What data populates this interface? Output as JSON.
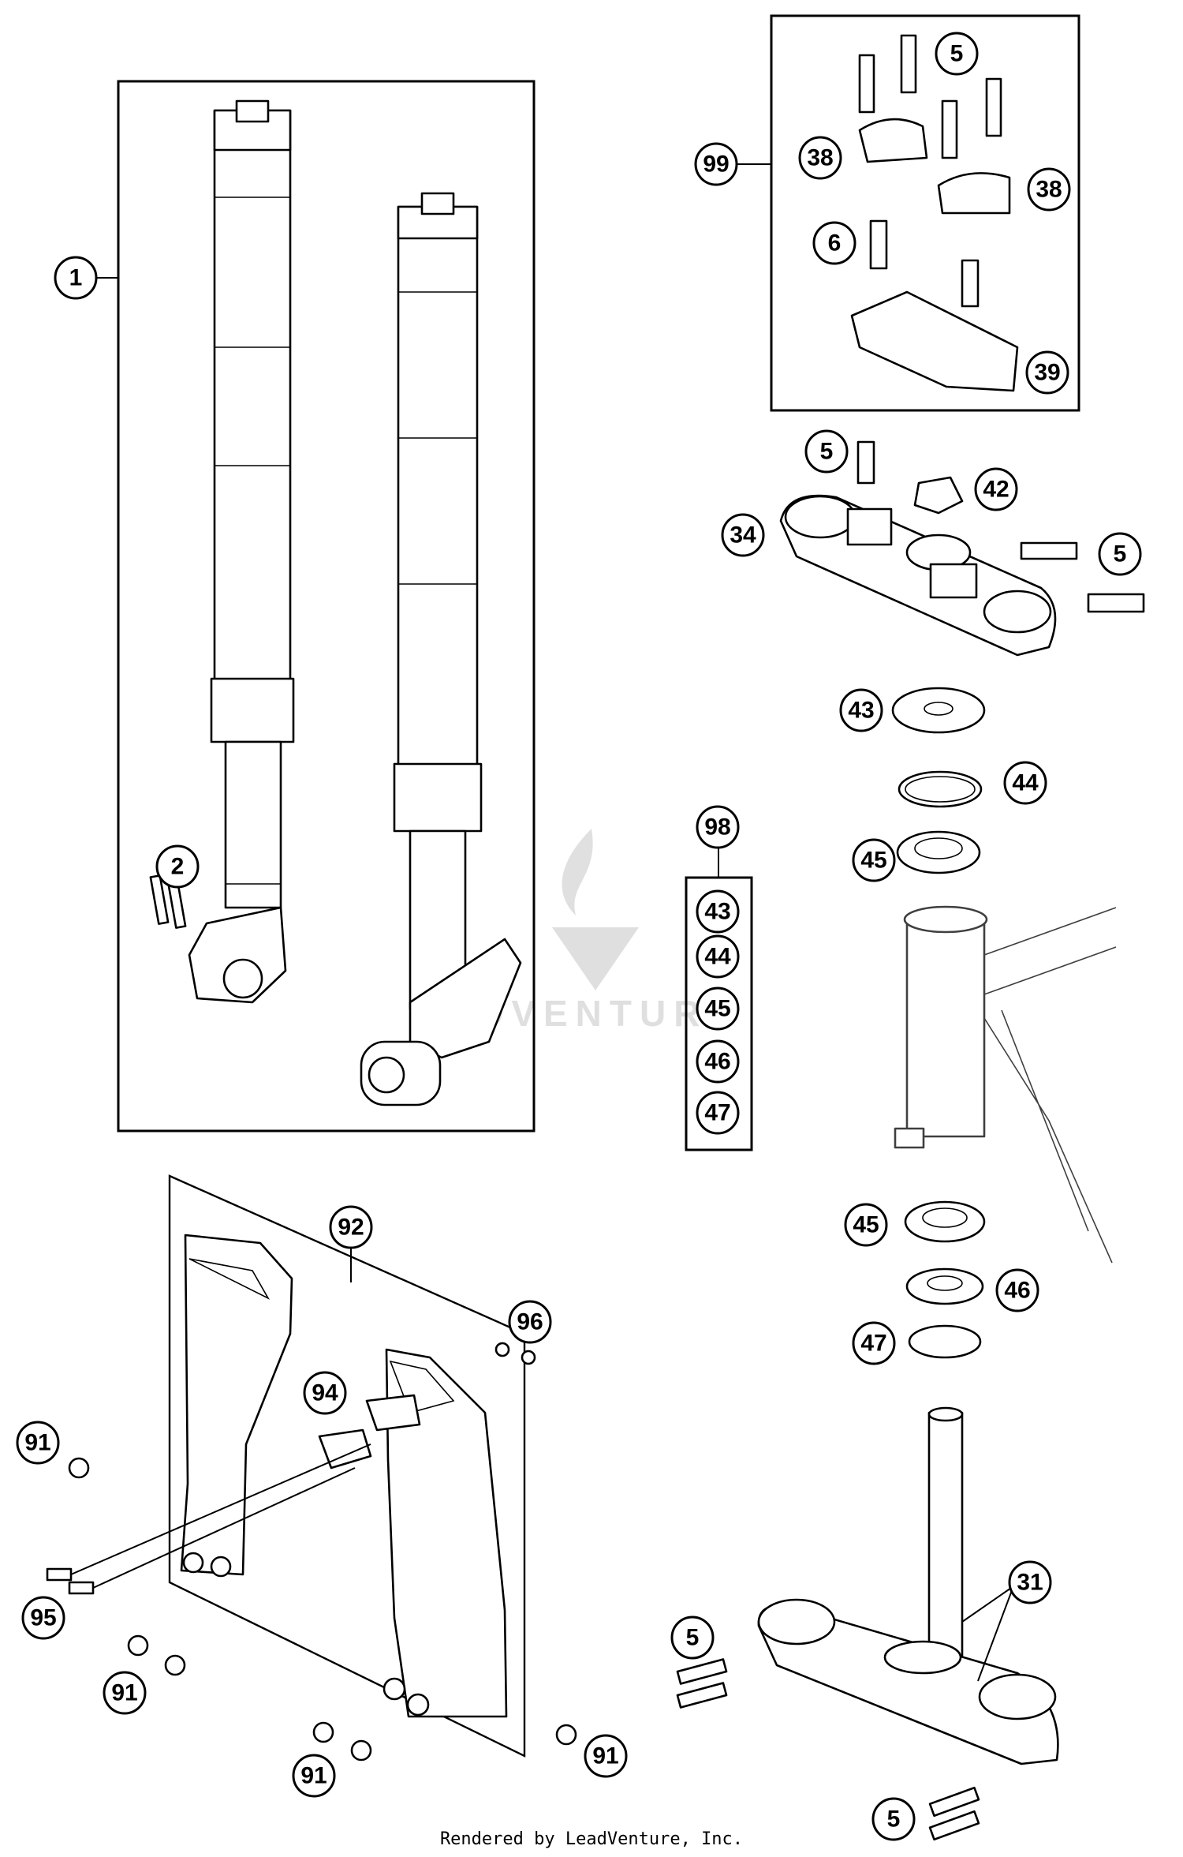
{
  "footer": "Rendered by LeadVenture, Inc.",
  "watermark": "ADVENTURE",
  "callouts": {
    "c1": "1",
    "c2": "2",
    "c5a": "5",
    "c99": "99",
    "c38a": "38",
    "c38b": "38",
    "c6": "6",
    "c39": "39",
    "c5b": "5",
    "c42": "42",
    "c34": "34",
    "c5c": "5",
    "c43": "43",
    "c44": "44",
    "c45a": "45",
    "c98": "98",
    "k43": "43",
    "k44": "44",
    "k45": "45",
    "k46": "46",
    "k47": "47",
    "c92": "92",
    "c96": "96",
    "c94": "94",
    "c91a": "91",
    "c95": "95",
    "c91b": "91",
    "c91c": "91",
    "c91d": "91",
    "c45b": "45",
    "c46": "46",
    "c47": "47",
    "c31": "31",
    "c5d": "5",
    "c5e": "5"
  }
}
